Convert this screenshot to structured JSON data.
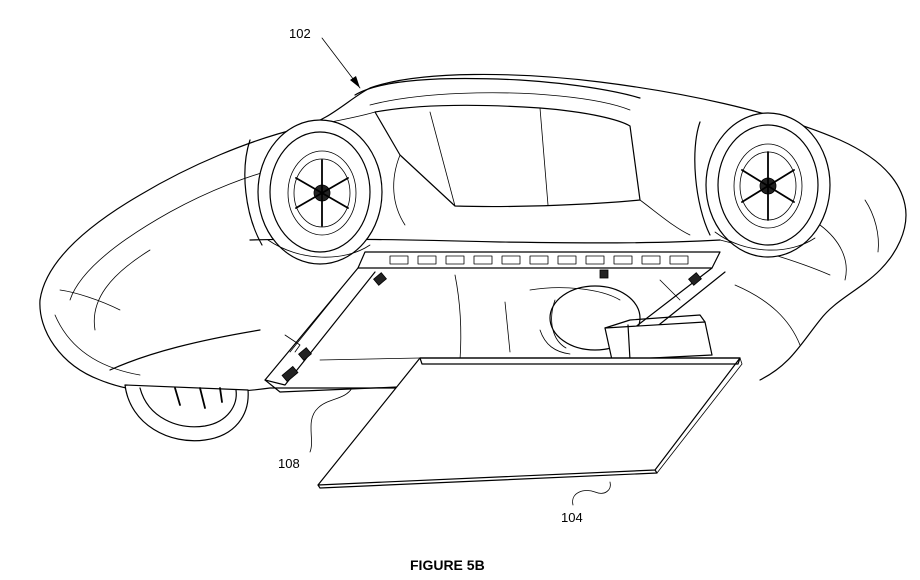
{
  "figure": {
    "caption": "FIGURE 5B",
    "labels": {
      "vehicle": "102",
      "battery_pack": "104",
      "frame": "108"
    }
  }
}
